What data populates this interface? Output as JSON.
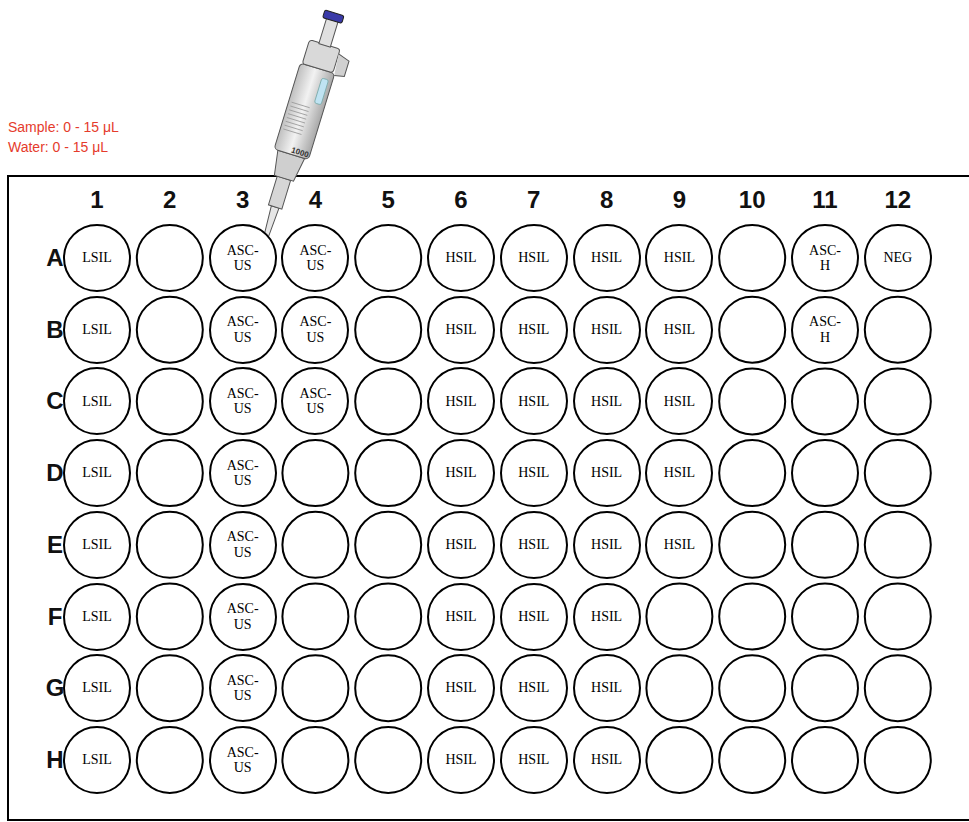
{
  "diagram": {
    "nodes": [
      {
        "text": [
          "LSIL"
        ]
      },
      {
        "text": [
          "ASC- US"
        ]
      },
      {
        "text": [
          "ASC- US"
        ]
      },
      {
        "text": [
          "HSIL"
        ]
      },
      {
        "text": [
          "HSIL"
        ]
      },
      {
        "text": [
          "HSIL"
        ]
      },
      {
        "text": [
          "HSIL"
        ]
      },
      {
        "text": [
          "ASC- H"
        ]
      },
      {
        "text": [
          "NEG"
        ]
      },
      {
        "text": [
          "LSIL"
        ]
      },
      {
        "text": [
          "ASC- US"
        ]
      },
      {
        "text": [
          "ASC- US"
        ]
      },
      {
        "text": [
          "HSIL"
        ]
      },
      {
        "text": [
          "HSIL"
        ]
      },
      {
        "text": [
          "HSIL"
        ]
      },
      {
        "text": [
          "HSIL"
        ]
      },
      {
        "text": [
          "ASC- H"
        ]
      },
      {
        "text": [
          "LSIL"
        ]
      },
      {
        "text": [
          "ASC- US"
        ]
      },
      {
        "text": [
          "ASC- US"
        ]
      },
      {
        "text": [
          "HSIL"
        ]
      },
      {
        "text": [
          "HSIL"
        ]
      },
      {
        "text": [
          "HSIL"
        ]
      },
      {
        "text": [
          "HSIL"
        ]
      },
      {
        "text": [
          "LSIL"
        ]
      },
      {
        "text": [
          "ASC- US"
        ]
      },
      {
        "text": [
          "HSIL"
        ]
      },
      {
        "text": [
          "HSIL"
        ]
      },
      {
        "text": [
          "HSIL"
        ]
      },
      {
        "text": [
          "HSIL"
        ]
      },
      {
        "text": [
          "LSIL"
        ]
      },
      {
        "text": [
          "ASC- US"
        ]
      },
      {
        "text": [
          "HSIL"
        ]
      },
      {
        "text": [
          "HSIL"
        ]
      },
      {
        "text": [
          "HSIL"
        ]
      },
      {
        "text": [
          "HSIL"
        ]
      },
      {
        "text": [
          "LSIL"
        ]
      },
      {
        "text": [
          "ASC- US"
        ]
      },
      {
        "text": [
          "HSIL"
        ]
      },
      {
        "text": [
          "HSIL"
        ]
      },
      {
        "text": [
          "HSIL"
        ]
      },
      {
        "text": [
          "LSIL"
        ]
      },
      {
        "text": [
          "ASC- US"
        ]
      },
      {
        "text": [
          "HSIL"
        ]
      },
      {
        "text": [
          "HSIL"
        ]
      },
      {
        "text": [
          "HSIL"
        ]
      },
      {
        "text": [
          "LSIL"
        ]
      },
      {
        "text": [
          "ASC- US"
        ]
      },
      {
        "text": [
          "HSIL"
        ]
      },
      {
        "text": [
          "HSIL"
        ]
      },
      {
        "text": [
          "HSIL"
        ]
      }
    ],
    "labels": [
      "Sample: 0 - 15 μL",
      "Water: 0 - 15 μL",
      "1000",
      "1",
      "2",
      "3",
      "4",
      "5",
      "6",
      "7",
      "8",
      "9",
      "10",
      "11",
      "12",
      "A",
      "B",
      "C",
      "D",
      "E",
      "F",
      "G",
      "H"
    ]
  }
}
